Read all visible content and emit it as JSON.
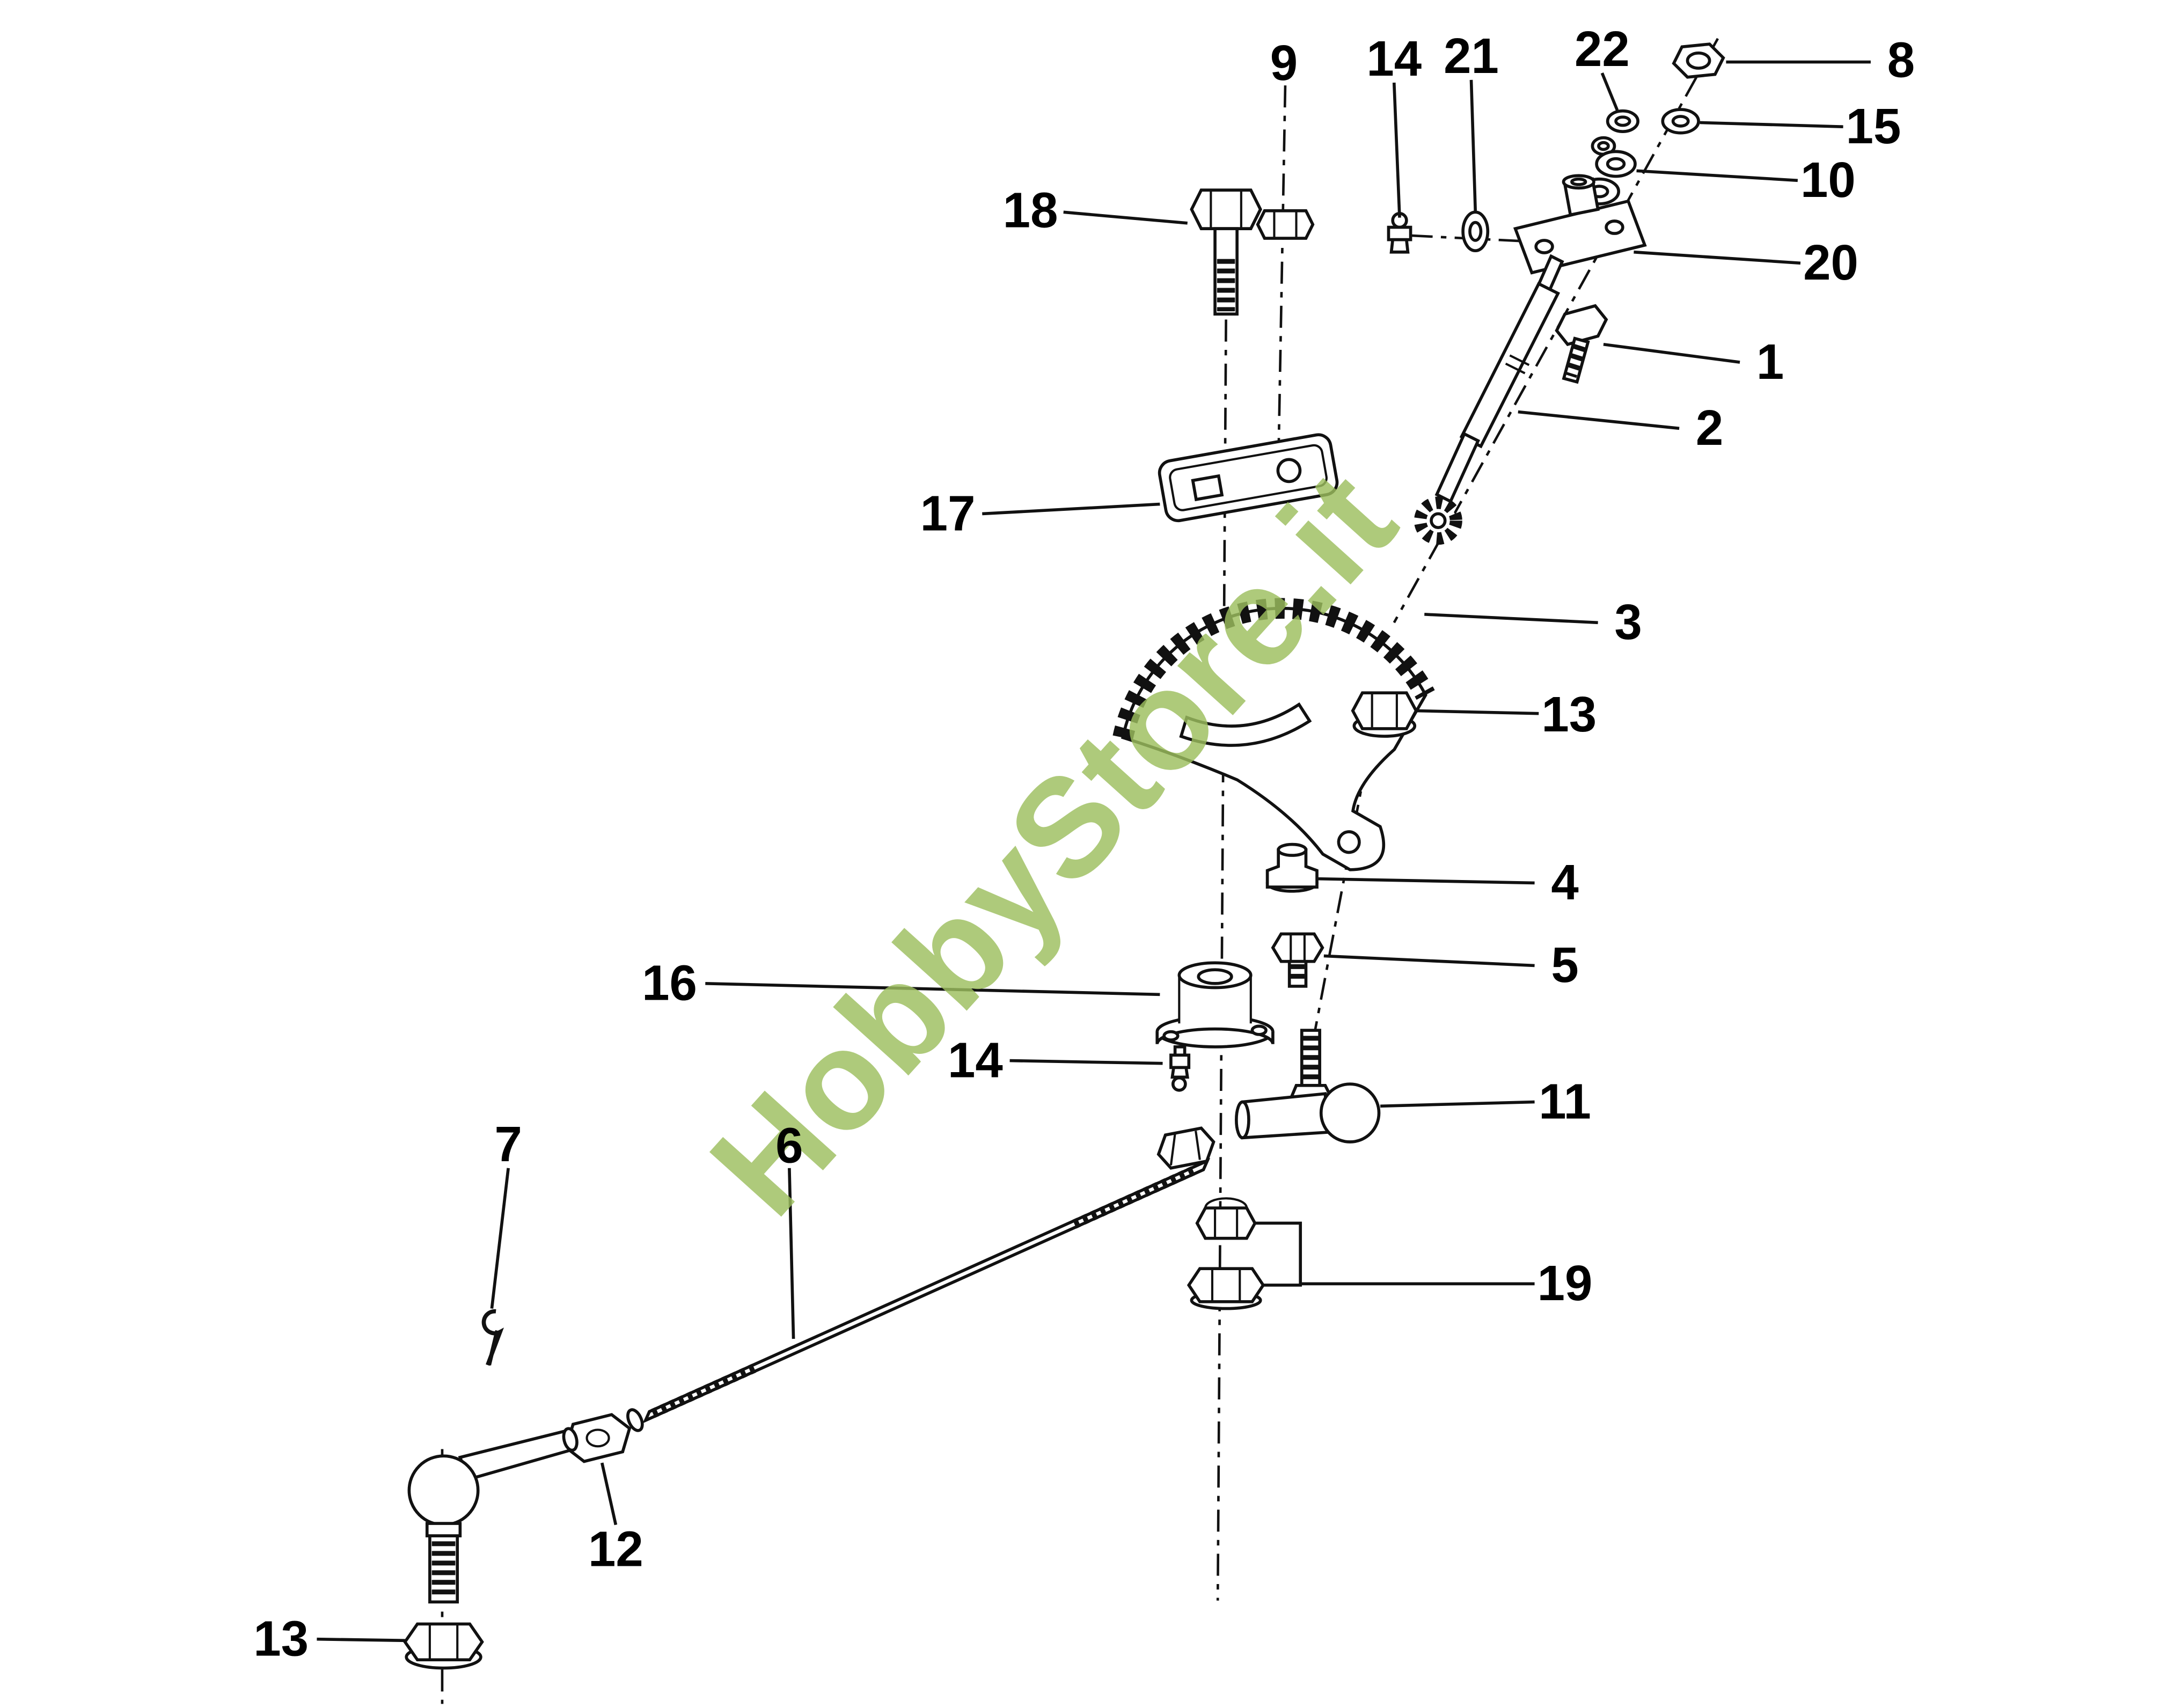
{
  "page": {
    "background": "#ffffff"
  },
  "watermark": {
    "text": "HobbyStore.it",
    "color": "#9dbf5e"
  },
  "diagram": {
    "type": "exploded-parts-diagram",
    "callouts": {
      "n1": "1",
      "n2": "2",
      "n3": "3",
      "n4": "4",
      "n5": "5",
      "n6": "6",
      "n7": "7",
      "n8": "8",
      "n9": "9",
      "n10": "10",
      "n11": "11",
      "n12": "12",
      "n13a": "13",
      "n13b": "13",
      "n14a": "14",
      "n14b": "14",
      "n15": "15",
      "n16": "16",
      "n17": "17",
      "n18": "18",
      "n19": "19",
      "n20": "20",
      "n21": "21",
      "n22": "22"
    }
  }
}
